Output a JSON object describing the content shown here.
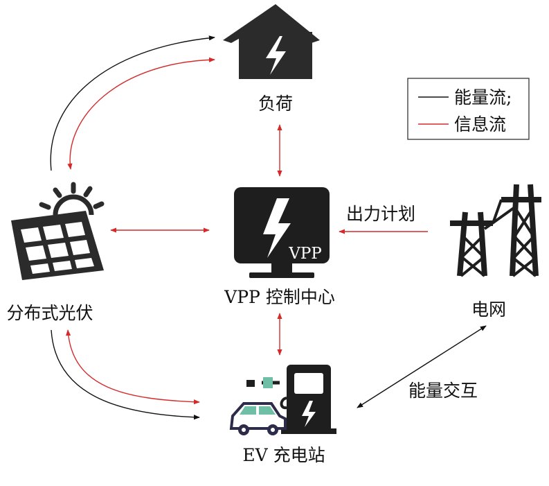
{
  "nodes": {
    "load": "负荷",
    "pv": "分布式光伏",
    "vpp": "VPP 控制中心",
    "vpp_screen": "VPP",
    "grid": "电网",
    "ev": "EV 充电站"
  },
  "edge_labels": {
    "grid_to_vpp": "出力计划",
    "grid_ev_exchange": "能量交互"
  },
  "legend": {
    "energy_flow": "能量流;",
    "info_flow": "信息流"
  },
  "colors": {
    "energy": "#111111",
    "info": "#d42a2a",
    "icon": "#2b2b2b"
  }
}
